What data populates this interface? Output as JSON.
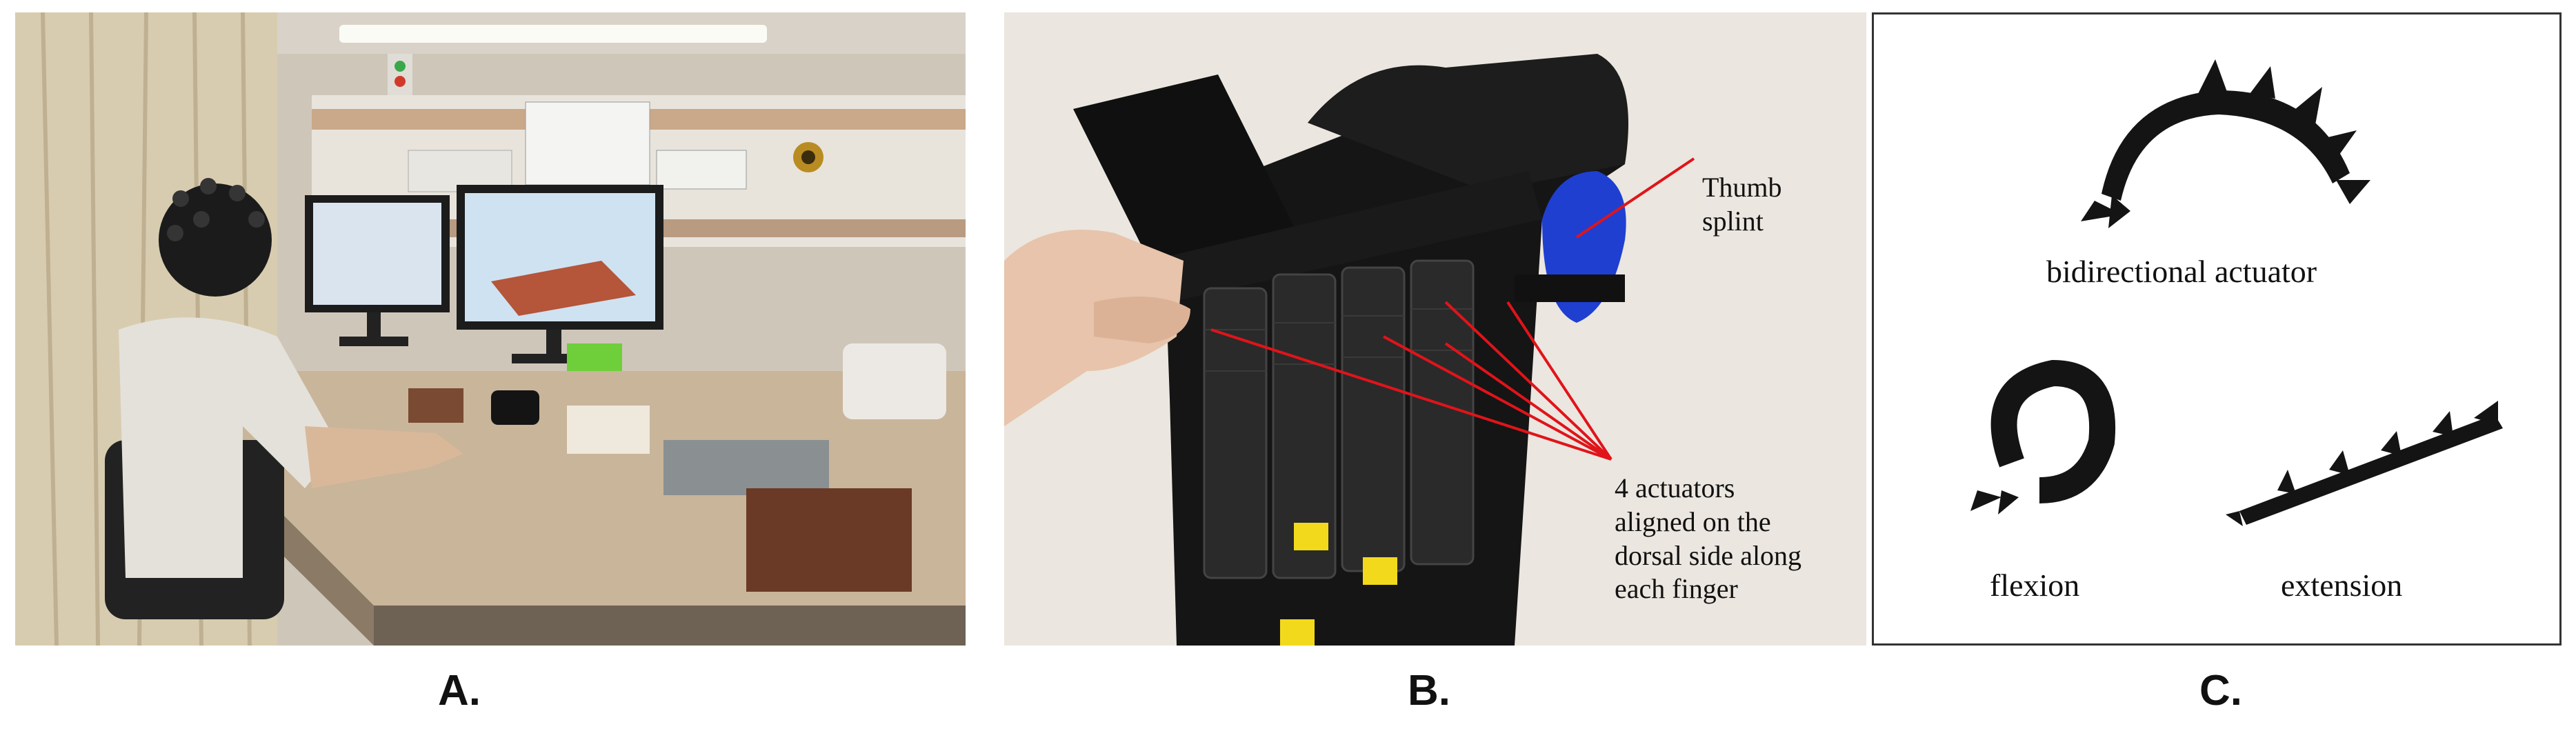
{
  "panels": [
    {
      "label": "A."
    },
    {
      "label": "B.",
      "annotations": {
        "thumb": "Thumb\nsplint",
        "actuators": "4 actuators\naligned on the\ndorsal side along\neach finger"
      }
    },
    {
      "label": "C.",
      "annotations": {
        "bidirectional": "bidirectional actuator",
        "flexion": "flexion",
        "extension": "extension"
      }
    }
  ],
  "colors": {
    "annotation_line": "#e0141a",
    "glove": "#151515",
    "tag": "#f2d91c"
  }
}
